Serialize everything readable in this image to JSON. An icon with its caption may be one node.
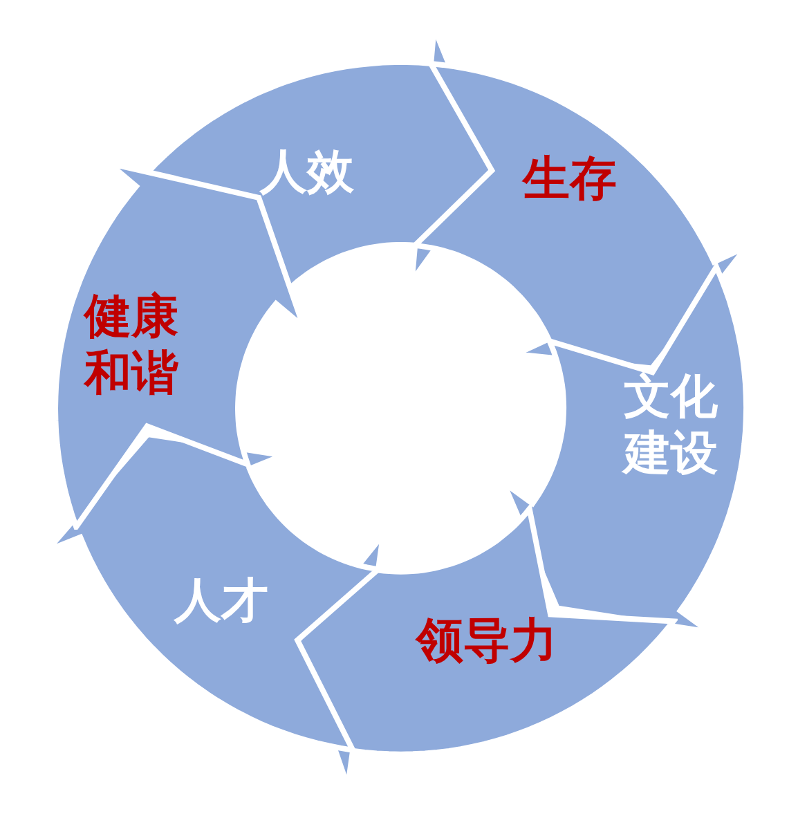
{
  "diagram": {
    "nodes": [
      {
        "text": [
          "人效"
        ]
      },
      {
        "text": [
          "生存"
        ]
      },
      {
        "text": [
          "文化建设"
        ]
      },
      {
        "text": [
          "领导力"
        ]
      },
      {
        "text": [
          "人才"
        ]
      },
      {
        "text": [
          "健康和谐"
        ]
      }
    ]
  }
}
